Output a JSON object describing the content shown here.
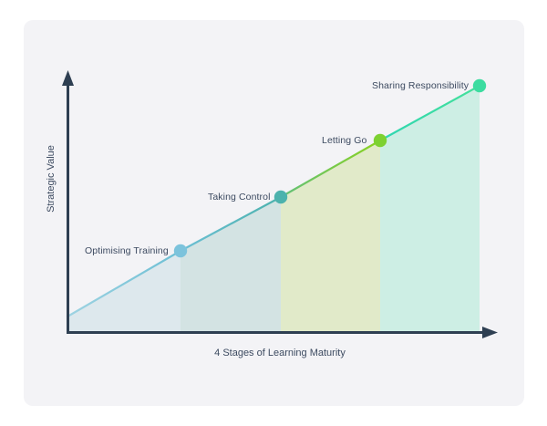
{
  "card": {
    "background": "#f3f3f6"
  },
  "chart_data": {
    "type": "line",
    "title": "",
    "subtitle": "",
    "xlabel": "4 Stages of Learning Maturity",
    "ylabel": "Strategic Value",
    "grid": false,
    "legend": "none",
    "axis_style": "arrow-axes",
    "axis_color": "#2e3f52",
    "xlim": [
      0,
      4.4
    ],
    "ylim": [
      0,
      4.4
    ],
    "categories": [
      "Optimising Training",
      "Taking Control",
      "Letting Go",
      "Sharing Responsibility"
    ],
    "points": [
      {
        "label": "Optimising Training",
        "x": 1,
        "y": 1,
        "color": "#7cc3dc",
        "band_color": "#dde8ed"
      },
      {
        "label": "Taking Control",
        "x": 2,
        "y": 2,
        "color": "#4cb2ad",
        "band_color": "#d3e3e3"
      },
      {
        "label": "Letting Go",
        "x": 3,
        "y": 3,
        "color": "#7dd131",
        "band_color": "#e0e9c8"
      },
      {
        "label": "Sharing Responsibility",
        "x": 4,
        "y": 4,
        "color": "#3cdca0",
        "band_color": "#cdeee4"
      }
    ],
    "series": [
      {
        "name": "Strategic Value",
        "x": [
          0,
          1,
          2,
          3,
          4
        ],
        "values": [
          0.12,
          1,
          2,
          3,
          4
        ],
        "segment_colors": [
          "#7cc3dc",
          "#4cb2ad",
          "#7dd131",
          "#3cdca0"
        ]
      }
    ],
    "annotations": [
      "Optimising Training",
      "Taking Control",
      "Letting Go",
      "Sharing Responsibility"
    ]
  }
}
